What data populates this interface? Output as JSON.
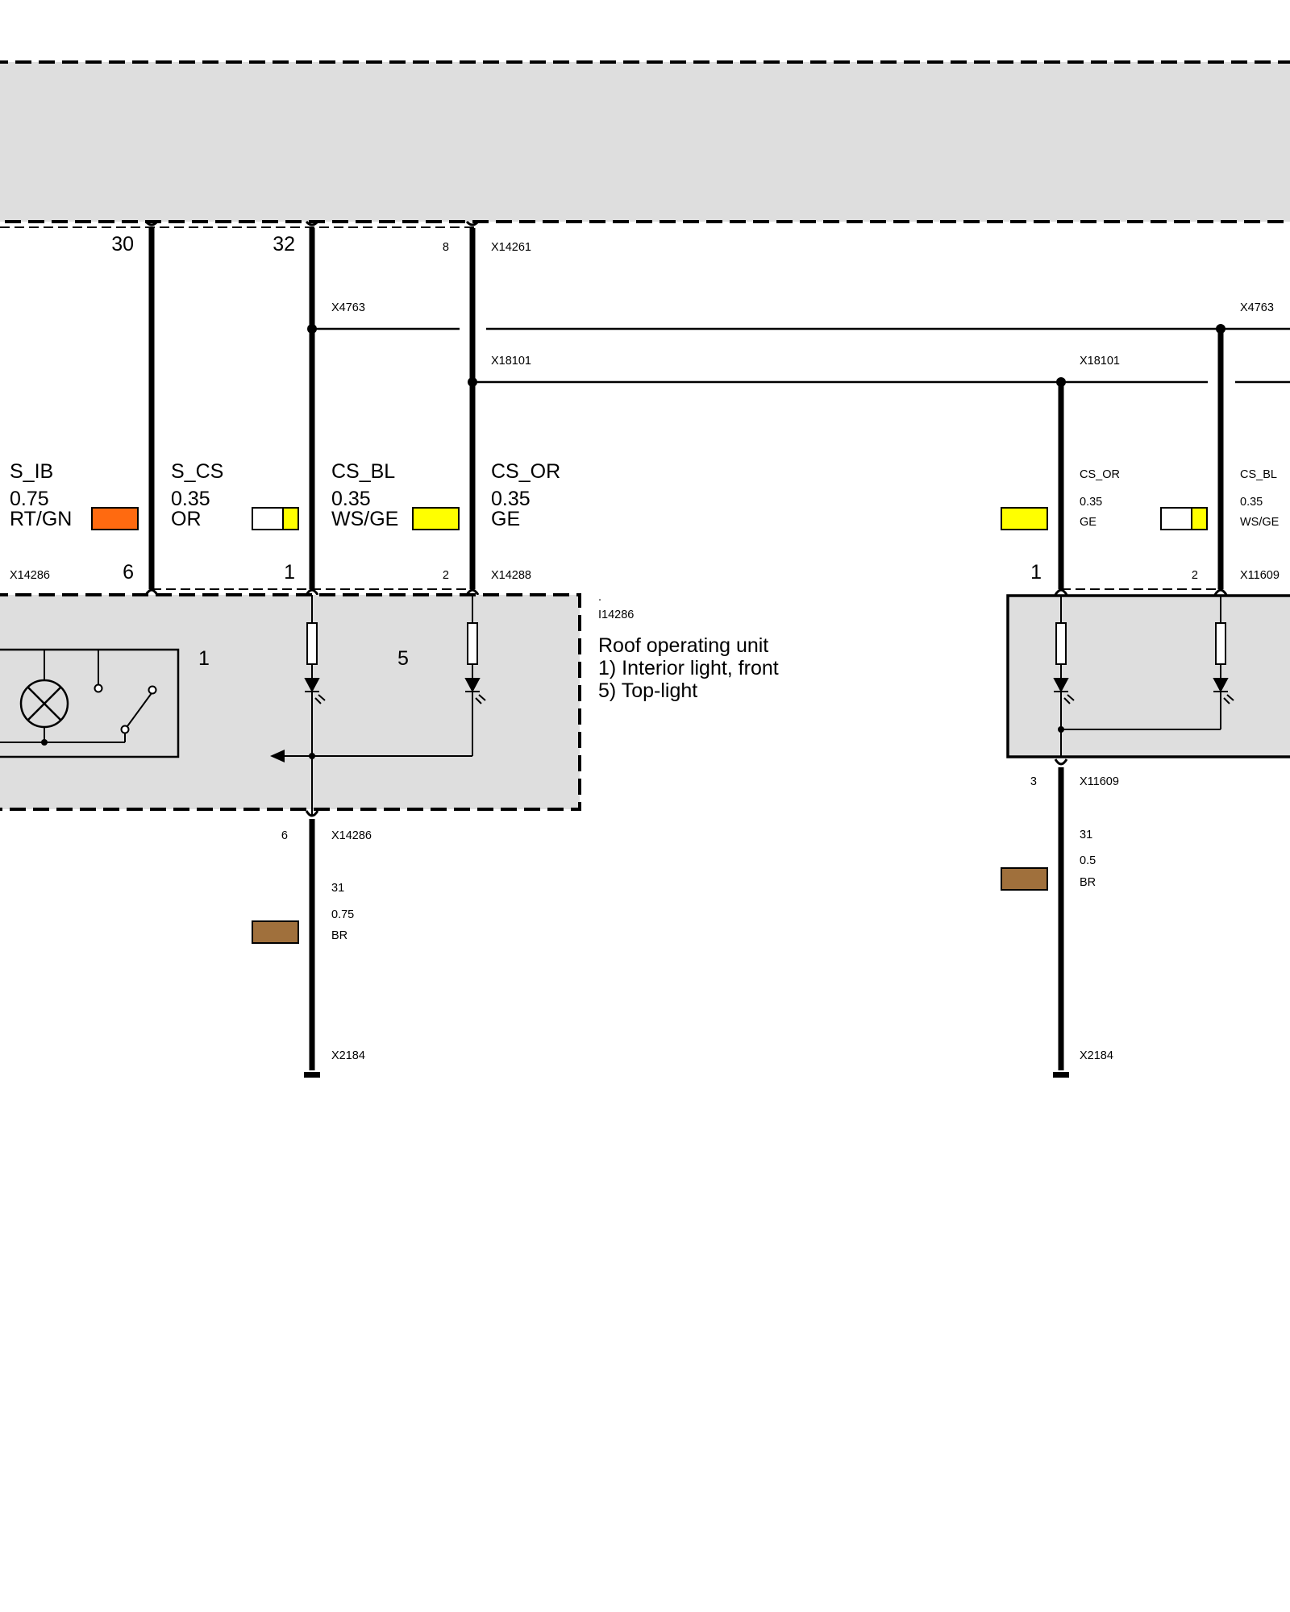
{
  "pins": {
    "top_30": "30",
    "top_32": "32",
    "top_8": "8",
    "left_6": "6",
    "left_1": "1",
    "left_2": "2",
    "right_1": "1",
    "right_2": "2",
    "right_3": "3",
    "ground_6": "6"
  },
  "connectors": {
    "x14261": "X14261",
    "x4763_left": "X4763",
    "x4763_right": "X4763",
    "x18101_left": "X18101",
    "x18101_right": "X18101",
    "x14286_left": "X14286",
    "x14288": "X14288",
    "x11609_top": "X11609",
    "x11609_bottom": "X11609",
    "x14286_bottom": "X14286",
    "x2184_left": "X2184",
    "x2184_right": "X2184"
  },
  "wires": {
    "s_ib": {
      "signal": "S_IB",
      "gauge": "0.75",
      "color_code": "RT/GN"
    },
    "s_cs": {
      "signal": "S_CS",
      "gauge": "0.35",
      "color_code": "OR"
    },
    "cs_bl": {
      "signal": "CS_BL",
      "gauge": "0.35",
      "color_code": "WS/GE"
    },
    "cs_or": {
      "signal": "CS_OR",
      "gauge": "0.35",
      "color_code": "GE"
    },
    "cs_or_right": {
      "signal": "CS_OR",
      "gauge": "0.35",
      "color_code": "GE"
    },
    "cs_bl_right": {
      "signal": "CS_BL",
      "gauge": "0.35",
      "color_code": "WS/GE"
    },
    "ground_left": {
      "signal": "31",
      "gauge": "0.75",
      "color_code": "BR"
    },
    "ground_right": {
      "signal": "31",
      "gauge": "0.5",
      "color_code": "BR"
    }
  },
  "component": {
    "dot": ".",
    "id": "I14286",
    "name": "Roof operating unit",
    "item1": "1) Interior light, front",
    "item5": "5) Top-light",
    "label_1": "1",
    "label_5": "5"
  },
  "colors": {
    "rt_gn": "#FF6A10",
    "yellow": "#FFFF00",
    "white": "#FFFFFF",
    "brown": "#A0703C",
    "module_fill": "#DEDEDE"
  }
}
